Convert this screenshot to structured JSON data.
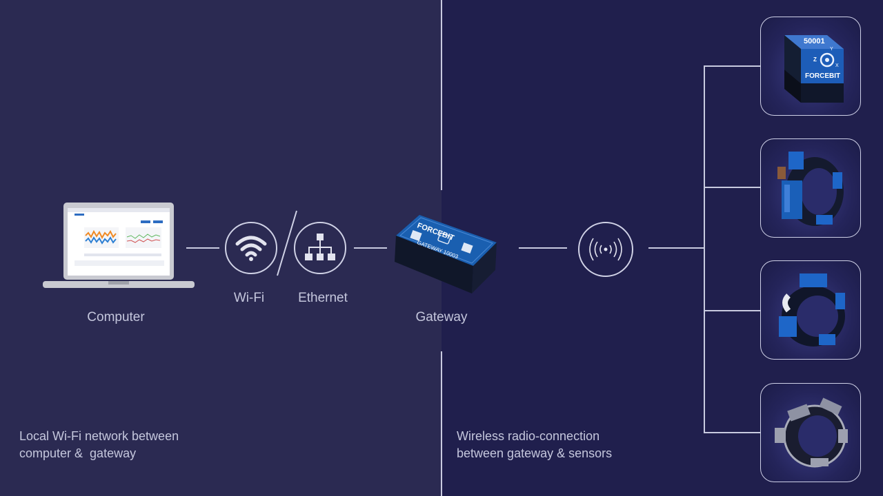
{
  "nodes": {
    "computer": "Computer",
    "wifi": "Wi-Fi",
    "ethernet": "Ethernet",
    "gateway": "Gateway"
  },
  "gateway_device": {
    "brand": "FORCEBIT",
    "model": "GATEWAY 10003"
  },
  "sensor_1": {
    "serial": "50001",
    "brand": "FORCEBIT",
    "axes": [
      "Y",
      "Z",
      "X"
    ]
  },
  "captions": {
    "left_line1": "Local Wi-Fi network between",
    "left_line2": "computer &  gateway",
    "right_line1": "Wireless radio-connection",
    "right_line2": "between gateway & sensors"
  },
  "colors": {
    "background_left": "#2b2a52",
    "background_right": "#201f4d",
    "line": "#c9cbe0",
    "device_blue": "#1a5fb0"
  },
  "icons": [
    "laptop-icon",
    "wifi-icon",
    "ethernet-network-icon",
    "gateway-device",
    "radio-signal-icon",
    "sensor-cube",
    "sensor-clamp"
  ]
}
